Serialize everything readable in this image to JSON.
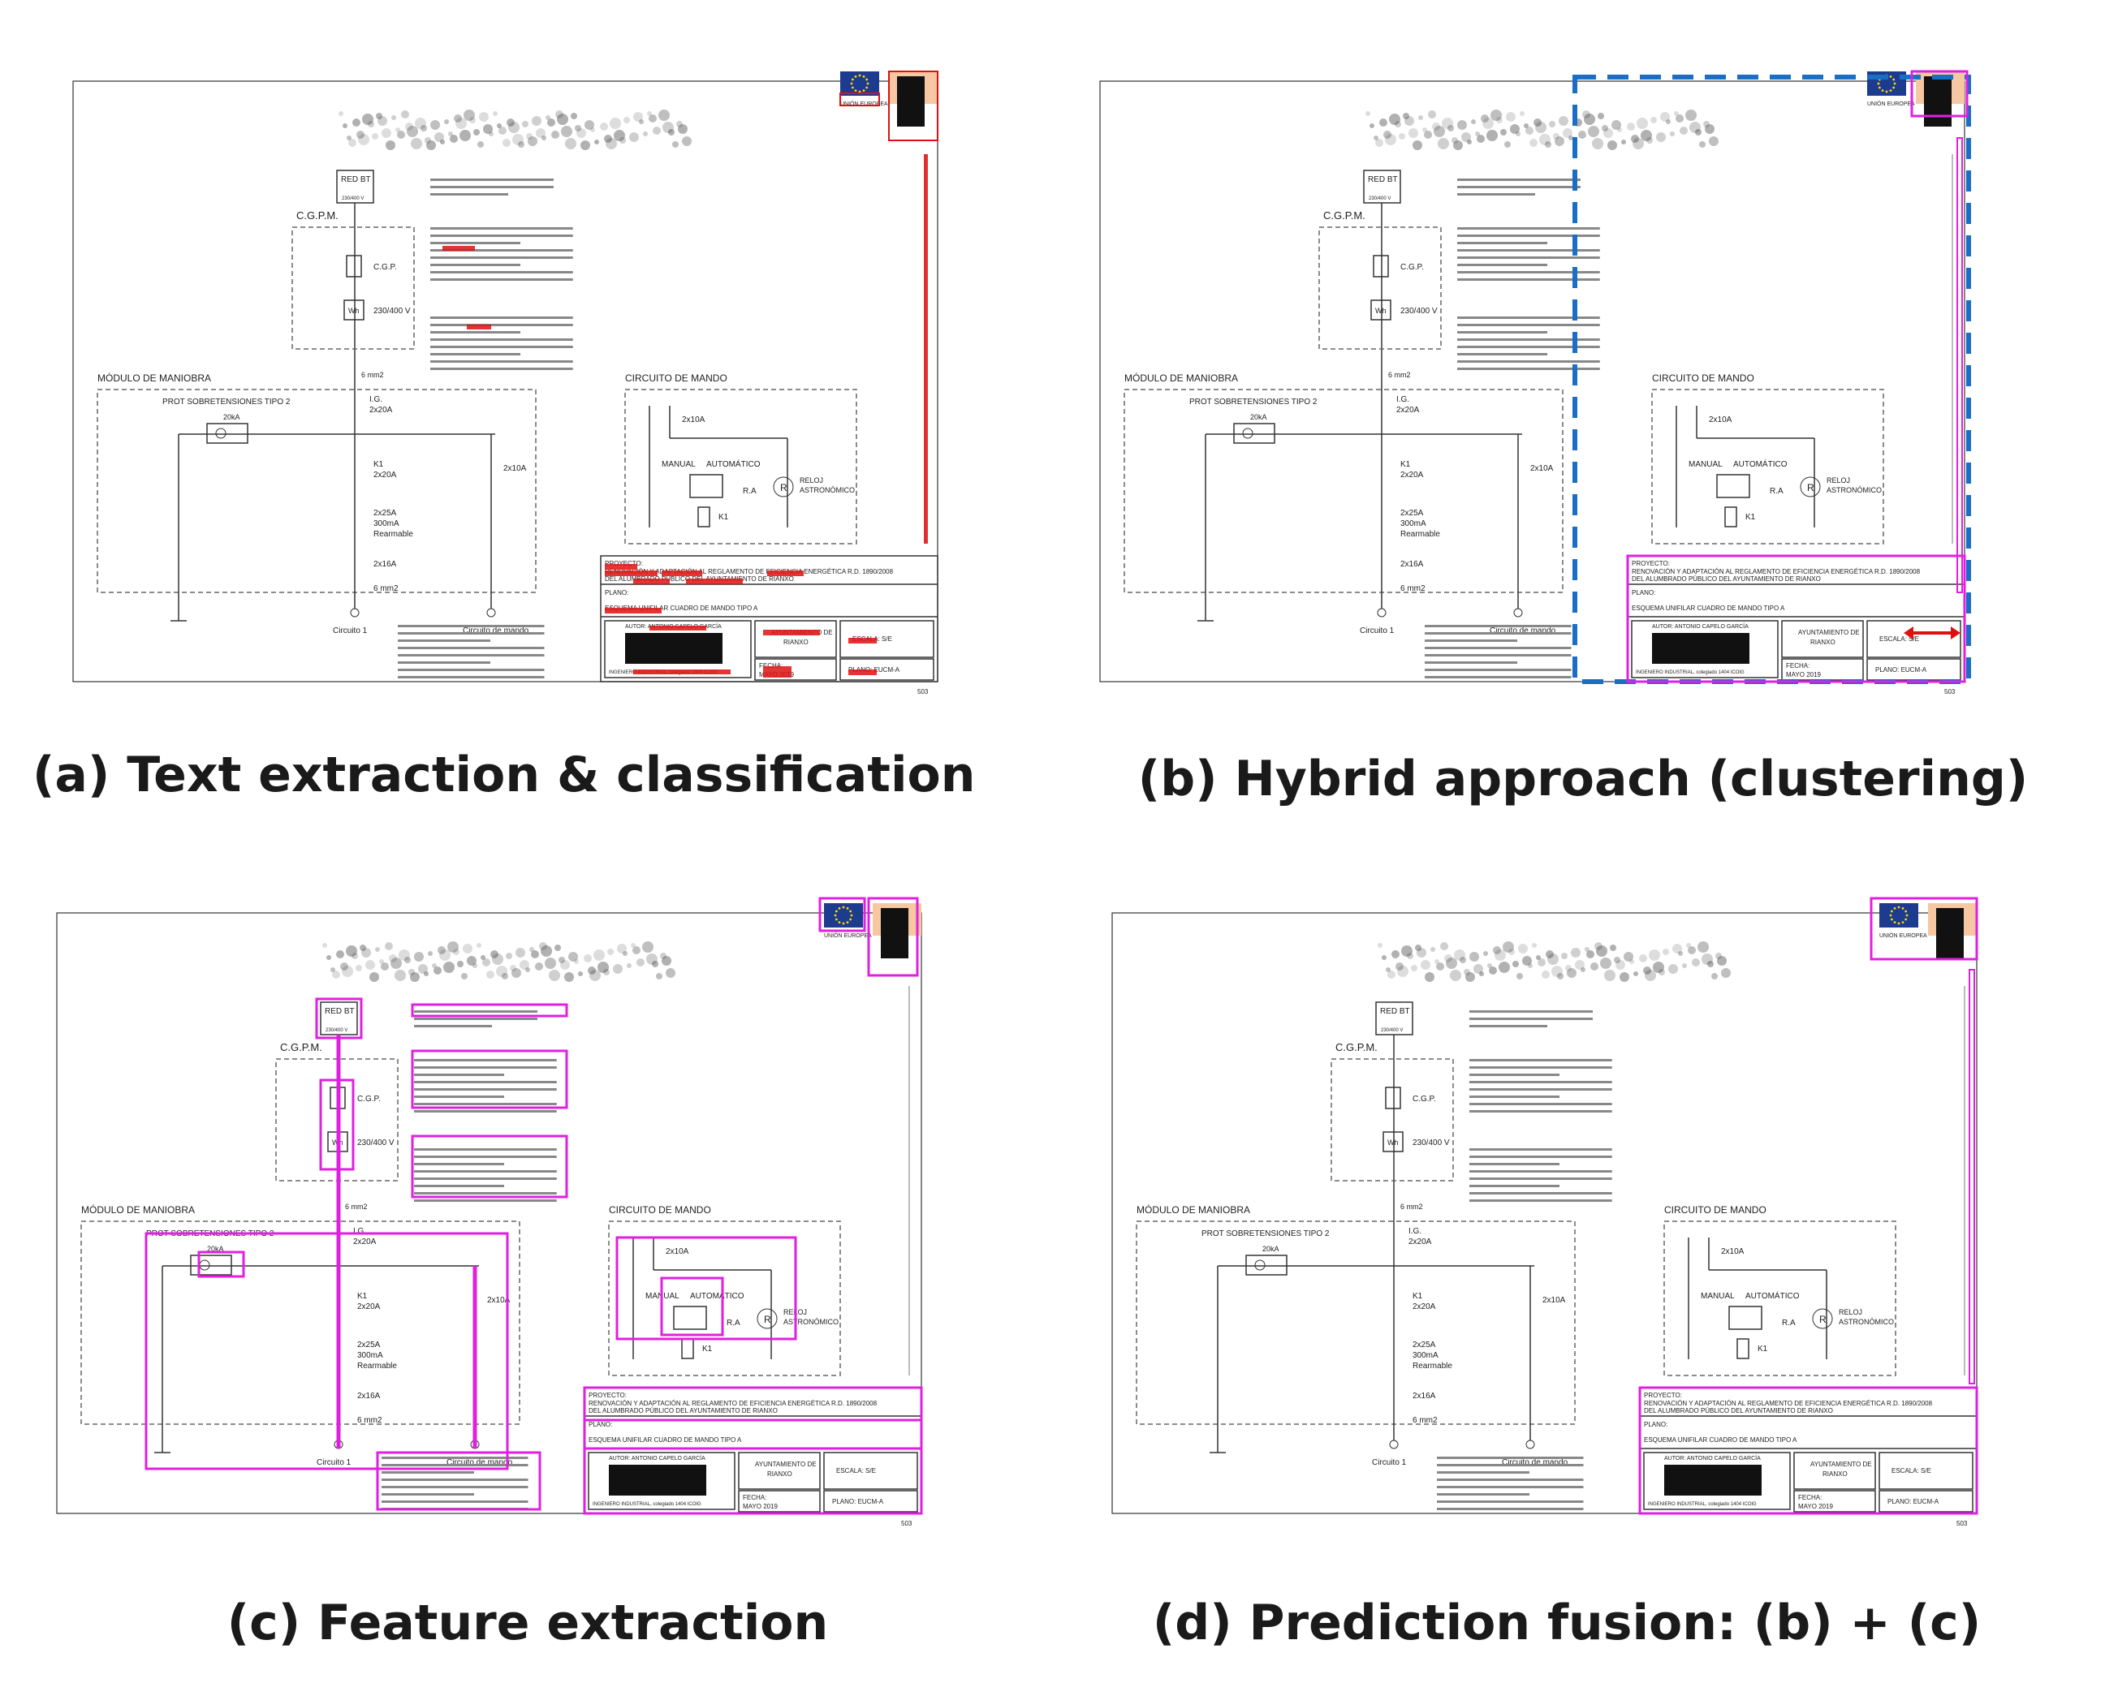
{
  "panels": [
    {
      "id": "a",
      "caption": "(a) Text extraction & classification",
      "mode": "text"
    },
    {
      "id": "b",
      "caption": "(b) Hybrid approach (clustering)",
      "mode": "hybrid"
    },
    {
      "id": "c",
      "caption": "(c) Feature extraction",
      "mode": "feature"
    },
    {
      "id": "d",
      "caption": "(d) Prediction fusion: (b) + (c)",
      "mode": "fusion"
    }
  ],
  "drawing": {
    "cgpm": "C.G.P.M.",
    "red_bt": "RED BT",
    "red_bt_v": "230/400 V",
    "cgp": "C.G.P.",
    "wh": "Wh",
    "v230": "230/400 V",
    "modulo": "MÓDULO DE MANIOBRA",
    "prot": "PROT SOBRETENSIONES TIPO 2",
    "ka": "20kA",
    "ig": "I.G.",
    "ig_val": "2x20A",
    "k1": "K1",
    "k1_val": "2x20A",
    "diff1": "2x25A",
    "diff2": "300mA",
    "diff3": "Rearmable",
    "brk16": "2x16A",
    "mm6a": "6 mm2",
    "mm6b": "6 mm2",
    "brk10": "2x10A",
    "circuito1": "Circuito 1",
    "circ_mando": "Circuito de mando",
    "circuito_de_mando": "CIRCUITO DE MANDO",
    "brk10b": "2x10A",
    "manual": "MANUAL",
    "auto": "AUTOMÁTICO",
    "ra": "R.A",
    "k1b": "K1",
    "r": "R",
    "reloj1": "RELOJ",
    "reloj2": "ASTRONÓMICO",
    "eu": "UNIÓN EUROPEA",
    "proyecto_lbl": "PROYECTO:",
    "proyecto1": "RENOVACIÓN Y ADAPTACIÓN AL REGLAMENTO DE EFICIENCIA ENERGÉTICA R.D. 1890/2008",
    "proyecto2": "DEL ALUMBRADO PÚBLICO DEL AYUNTAMIENTO DE RIANXO",
    "plano_lbl": "PLANO:",
    "plano": "ESQUEMA UNIFILAR CUADRO DE MANDO TIPO A",
    "autor": "AUTOR: ANTONIO CAPELO GARCÍA",
    "ingeniero": "INGENIERO INDUSTRIAL, colegiado 1404 ICOIG",
    "ayto1": "AYUNTAMIENTO DE",
    "ayto2": "RIANXO",
    "escala": "ESCALA:  S/E",
    "fecha1": "FECHA:",
    "fecha2": "MAYO 2019",
    "plano_code": "PLANO:  EUCM-A",
    "page_no": "503"
  },
  "colors": {
    "magenta": "#e020e0",
    "red": "#e01010",
    "blue": "#1a6fc4",
    "line": "#333333",
    "dash": "#666666"
  }
}
